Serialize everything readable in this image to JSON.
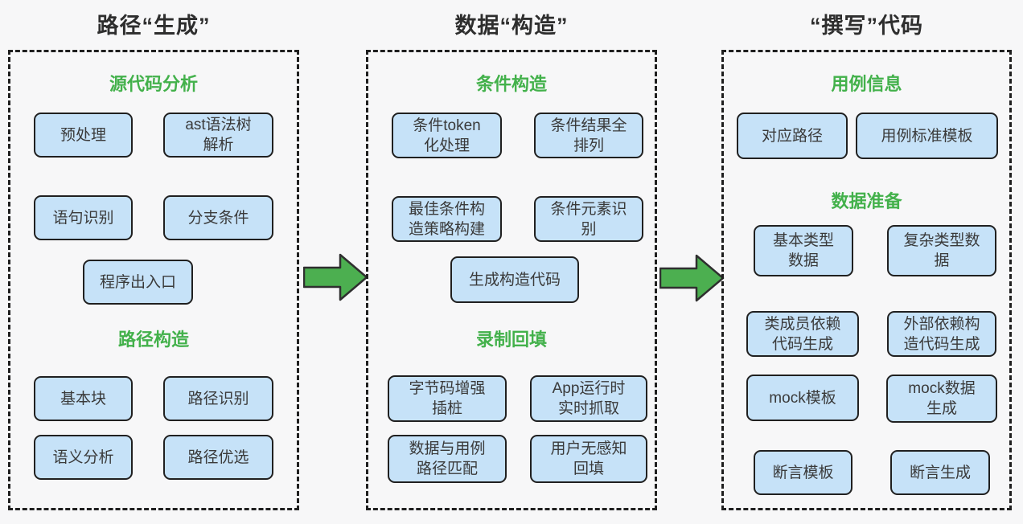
{
  "colors": {
    "background": "#f7f7f8",
    "box_fill": "#c6e2f8",
    "box_border": "#202020",
    "header_green": "#43b14b",
    "arrow_green": "#4caf50",
    "title_text": "#2e2e2e"
  },
  "panels": [
    {
      "name": "path-generation",
      "title": "路径“生成”",
      "headers": [
        "源代码分析",
        "路径构造"
      ],
      "boxes": [
        "预处理",
        "ast语法树\n解析",
        "语句识别",
        "分支条件",
        "程序出入口",
        "基本块",
        "路径识别",
        "语义分析",
        "路径优选"
      ]
    },
    {
      "name": "data-construction",
      "title": "数据“构造”",
      "headers": [
        "条件构造",
        "录制回填"
      ],
      "boxes": [
        "条件token\n化处理",
        "条件结果全\n排列",
        "最佳条件构\n造策略构建",
        "条件元素识\n别",
        "生成构造代码",
        "字节码增强\n插桩",
        "App运行时\n实时抓取",
        "数据与用例\n路径匹配",
        "用户无感知\n回填"
      ]
    },
    {
      "name": "write-code",
      "title": "“撰写”代码",
      "headers": [
        "用例信息",
        "数据准备"
      ],
      "boxes": [
        "对应路径",
        "用例标准模板",
        "基本类型\n数据",
        "复杂类型数\n据",
        "类成员依赖\n代码生成",
        "外部依赖构\n造代码生成",
        "mock模板",
        "mock数据\n生成",
        "断言模板",
        "断言生成"
      ]
    }
  ],
  "arrows": [
    "right-arrow",
    "right-arrow"
  ]
}
